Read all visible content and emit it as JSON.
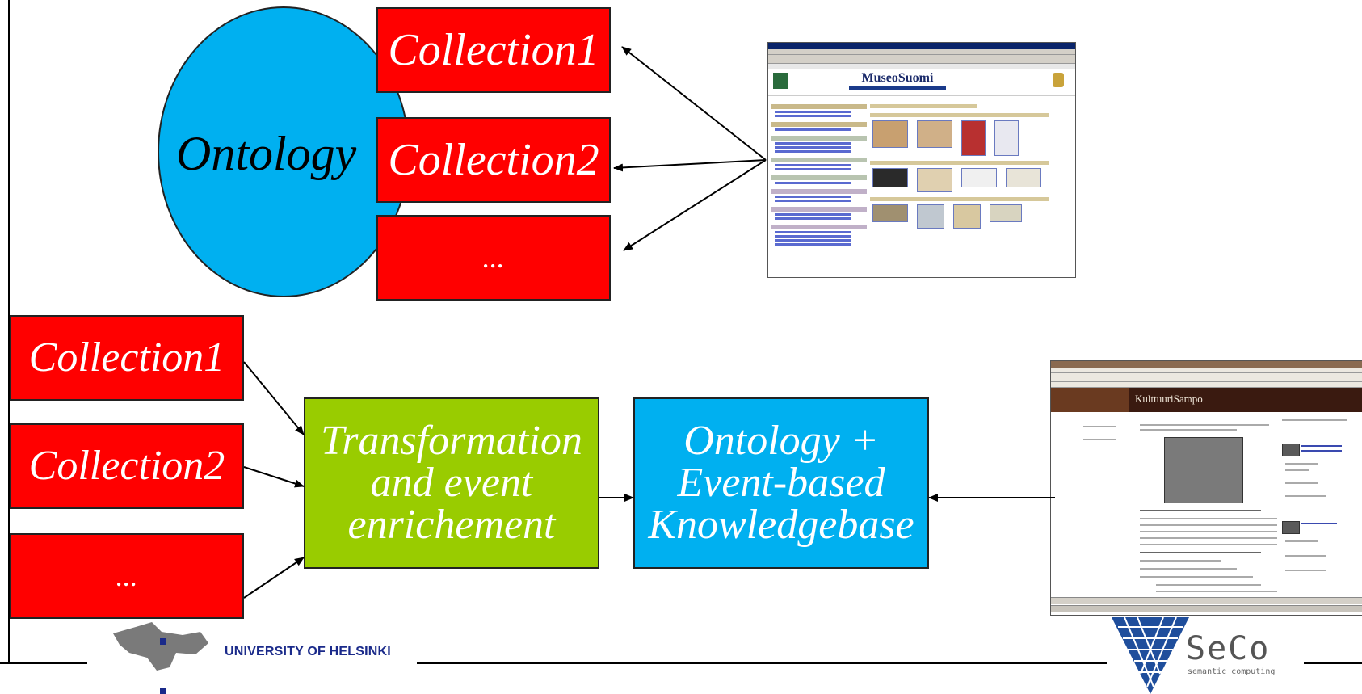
{
  "top_group": {
    "ontology_label": "Ontology",
    "collections": [
      "Collection1",
      "Collection2",
      "..."
    ],
    "screenshot": {
      "site_title": "MuseoSuomi"
    }
  },
  "bottom_group": {
    "collections": [
      "Collection1",
      "Collection2",
      "..."
    ],
    "transform_box": "Transformation and event enrichement",
    "kb_box": "Ontology + Event-based Knowledgebase",
    "screenshot": {
      "site_title": "KulttuuriSampo"
    }
  },
  "footer": {
    "university": "UNIVERSITY OF HELSINKI",
    "seco_logo_text": "SeCo",
    "seco_tagline": "semantic computing"
  },
  "colors": {
    "collection_red": "#ff0000",
    "ontology_cyan": "#00b0f0",
    "transform_green": "#99cc00",
    "kb_cyan": "#00b0f0",
    "seco_blue": "#1f4e9c"
  },
  "icons": [
    "university-of-helsinki-logo",
    "seco-logo"
  ]
}
